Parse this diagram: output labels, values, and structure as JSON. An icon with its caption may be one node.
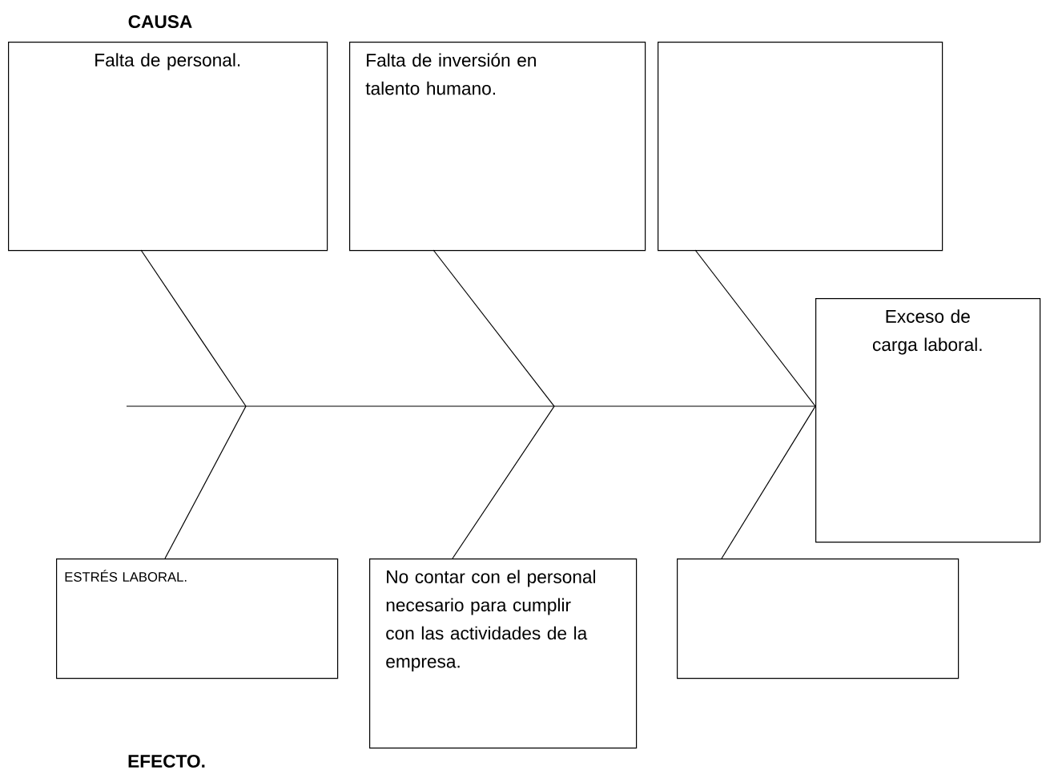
{
  "diagram": {
    "nodes": [
      {
        "text": [
          "Falta de personal."
        ]
      },
      {
        "text": [
          "Falta de inversión en talento humano."
        ]
      },
      {
        "text": [],
        "shape": "box"
      },
      {
        "text": [
          "Exceso  de carga laboral."
        ]
      },
      {
        "text": [
          "ESTRÉS LABORAL."
        ]
      },
      {
        "text": [
          "No contar con el personal necesario para cumplir con las actividades de la empresa."
        ]
      },
      {
        "text": [],
        "shape": "box"
      }
    ],
    "edges": [
      {
        "from": null,
        "to": 3,
        "arrow": "none"
      },
      {
        "from": 0,
        "to": null,
        "arrow": "none"
      },
      {
        "from": 1,
        "to": null,
        "arrow": "none"
      },
      {
        "from": 2,
        "to": 3,
        "arrow": "none"
      },
      {
        "from": 4,
        "to": null,
        "arrow": "none"
      },
      {
        "from": 5,
        "to": null,
        "arrow": "none"
      },
      {
        "from": 6,
        "to": 3,
        "arrow": "none"
      }
    ],
    "labels": [
      "CAUSA",
      "EFECTO."
    ]
  }
}
